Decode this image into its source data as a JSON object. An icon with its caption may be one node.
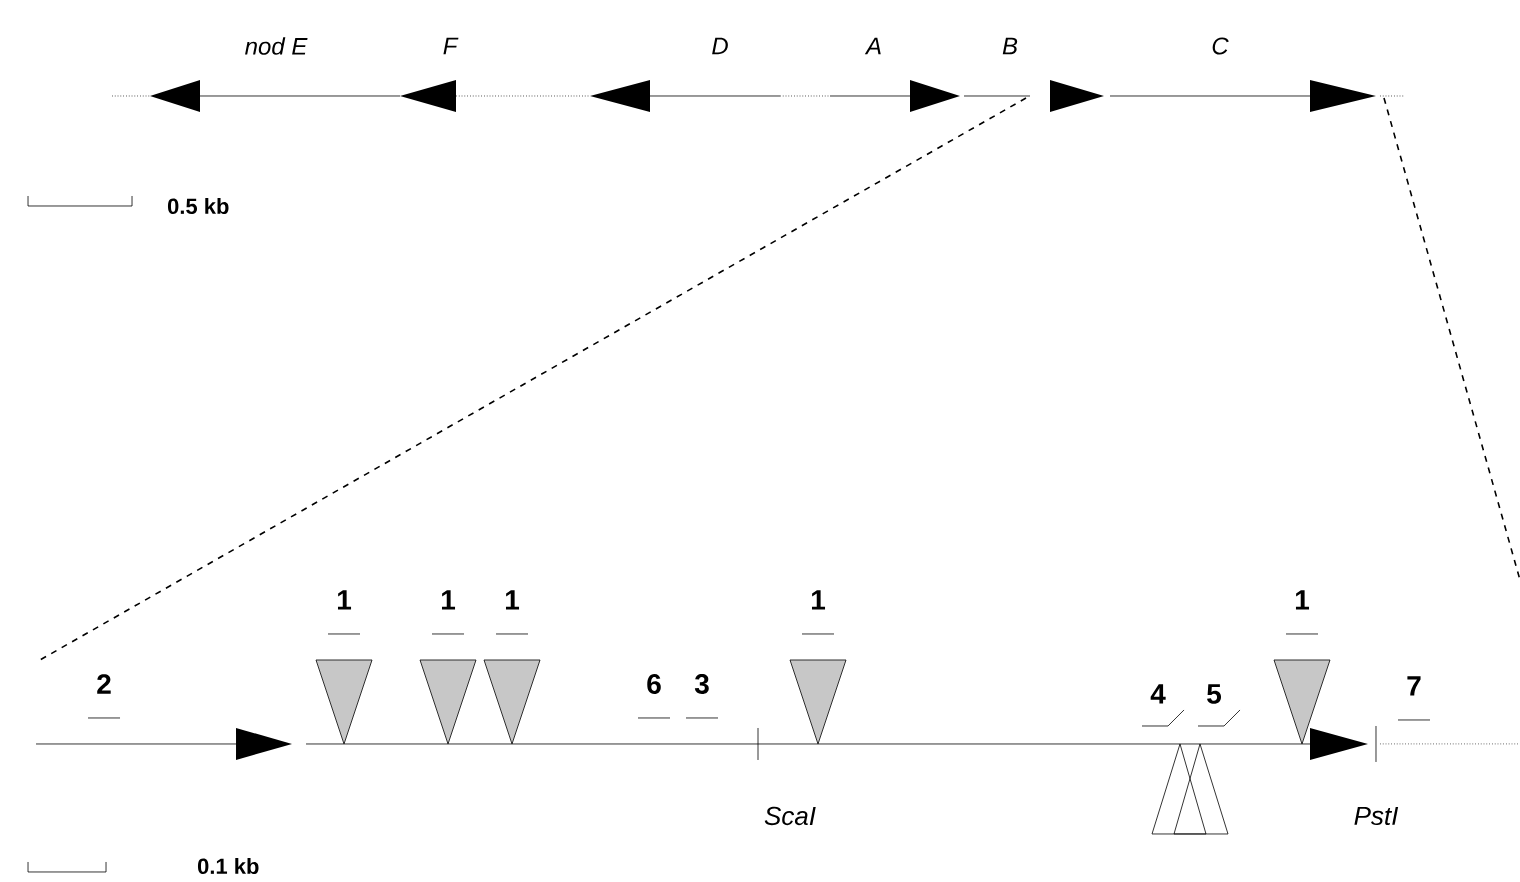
{
  "diagram": {
    "labels": [
      "nod E",
      "F",
      "D",
      "A",
      "B",
      "C",
      "0.5 kb",
      "1",
      "1",
      "1",
      "1",
      "1",
      "2",
      "6",
      "3",
      "4",
      "5",
      "7",
      "ScaI",
      "PstI",
      "0.1 kb"
    ]
  }
}
